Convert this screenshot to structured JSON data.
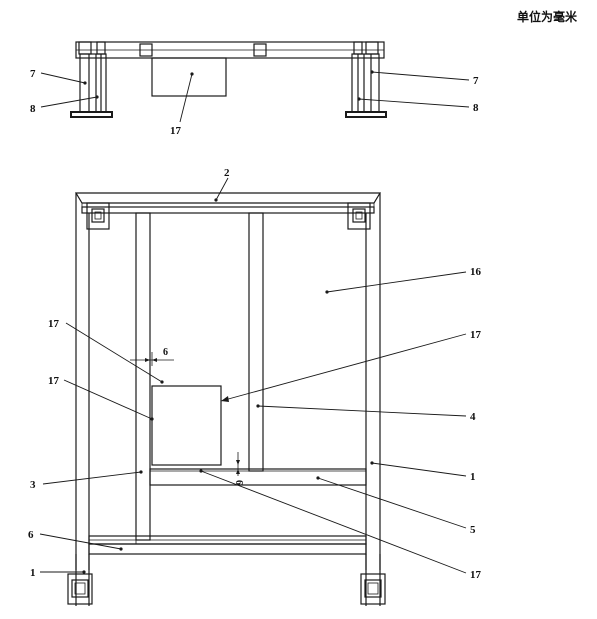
{
  "unit_note": "单位为毫米",
  "top_view": {
    "labels": {
      "l7_left": "7",
      "l8_left": "8",
      "l7_right": "7",
      "l8_right": "8",
      "l17": "17"
    }
  },
  "front_view": {
    "labels": {
      "l2": "2",
      "l16": "16",
      "l17_upper_left": "17",
      "l17_mid_left": "17",
      "l17_right": "17",
      "l4": "4",
      "l3": "3",
      "l1_right": "1",
      "l5": "5",
      "l6_left": "6",
      "l1_left": "1",
      "l17_bottom": "17"
    },
    "dims": {
      "gap_top": "6",
      "gap_bottom": "6"
    }
  }
}
